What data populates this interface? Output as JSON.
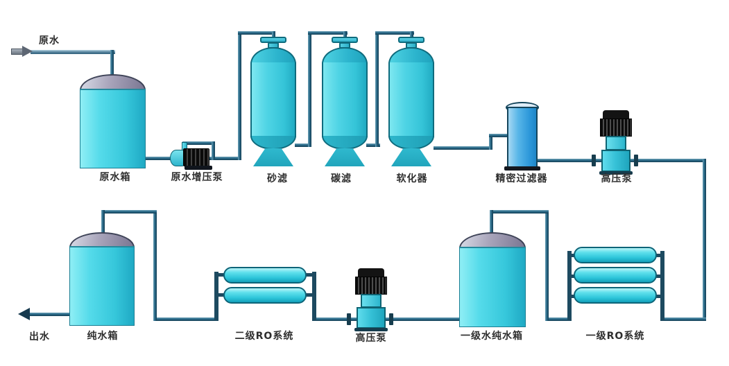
{
  "diagram_type": "water-treatment-process-flow",
  "colors": {
    "background": "#ffffff",
    "pipe": "#2a6a88",
    "equipment_cyan": "#3fcddf",
    "tank_dome_gray": "#a9a5bb",
    "precision_filter_blue": "#2d98da",
    "pump_motor_black": "#131313",
    "label_text": "#2e2e2e"
  },
  "nodes": [
    {
      "id": "raw-water-inlet",
      "label": "原水",
      "kind": "inlet-arrow"
    },
    {
      "id": "raw-water-tank",
      "label": "原水箱",
      "kind": "tank"
    },
    {
      "id": "raw-water-booster-pump",
      "label": "原水增压泵",
      "kind": "horizontal-pump"
    },
    {
      "id": "sand-filter",
      "label": "砂滤",
      "kind": "media-filter-vessel"
    },
    {
      "id": "carbon-filter",
      "label": "碳滤",
      "kind": "media-filter-vessel"
    },
    {
      "id": "softener",
      "label": "软化器",
      "kind": "media-filter-vessel"
    },
    {
      "id": "precision-filter",
      "label": "精密过滤器",
      "kind": "cartridge-filter"
    },
    {
      "id": "high-pressure-pump-1",
      "label": "高压泵",
      "kind": "vertical-pump"
    },
    {
      "id": "stage1-ro-system",
      "label": "一级RO系统",
      "kind": "ro-membrane-bank",
      "tubes": 3
    },
    {
      "id": "stage1-pure-water-tank",
      "label": "一级水纯水箱",
      "kind": "tank"
    },
    {
      "id": "high-pressure-pump-2",
      "label": "高压泵",
      "kind": "vertical-pump"
    },
    {
      "id": "stage2-ro-system",
      "label": "二级RO系统",
      "kind": "ro-membrane-bank",
      "tubes": 2
    },
    {
      "id": "pure-water-tank",
      "label": "纯水箱",
      "kind": "tank"
    },
    {
      "id": "water-outlet",
      "label": "出水",
      "kind": "outlet-arrow"
    }
  ],
  "edges": [
    [
      "raw-water-inlet",
      "raw-water-tank"
    ],
    [
      "raw-water-tank",
      "raw-water-booster-pump"
    ],
    [
      "raw-water-booster-pump",
      "sand-filter"
    ],
    [
      "sand-filter",
      "carbon-filter"
    ],
    [
      "carbon-filter",
      "softener"
    ],
    [
      "softener",
      "precision-filter"
    ],
    [
      "precision-filter",
      "high-pressure-pump-1"
    ],
    [
      "high-pressure-pump-1",
      "stage1-ro-system"
    ],
    [
      "stage1-ro-system",
      "stage1-pure-water-tank"
    ],
    [
      "stage1-pure-water-tank",
      "high-pressure-pump-2"
    ],
    [
      "high-pressure-pump-2",
      "stage2-ro-system"
    ],
    [
      "stage2-ro-system",
      "pure-water-tank"
    ],
    [
      "pure-water-tank",
      "water-outlet"
    ]
  ]
}
